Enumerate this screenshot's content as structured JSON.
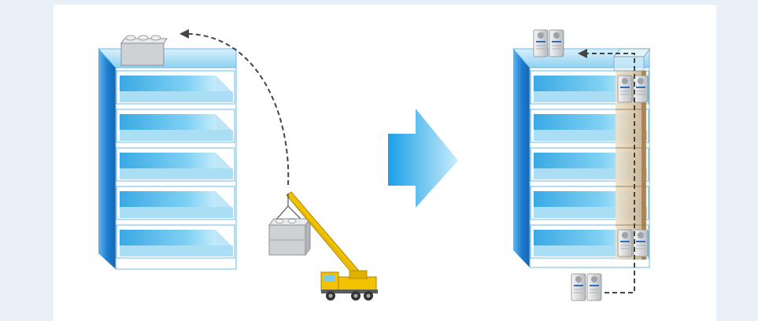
{
  "colors": {
    "page_background": "#e8f1f8",
    "panel_background": "#ffffff",
    "building_side": "#1f7fd0",
    "building_roof": "#bfe4f7",
    "window_glass": "#5fc0ec",
    "crane_yellow": "#f2c200",
    "unit_gray": "#d8dadc",
    "shaft_tan": "#d9c4a4",
    "arrow_blue": "#39b6ef",
    "dash_line": "#444444"
  },
  "icons": {
    "left_building": "building-icon",
    "crane": "crane-truck-icon",
    "roof_block": "outdoor-unit-block-icon",
    "transition": "right-arrow-icon",
    "right_building": "building-icon",
    "vrf_unit": "vrf-outdoor-unit-icon"
  },
  "scenes": {
    "before": {
      "floors": 5,
      "installation": "crane-lift-to-roof"
    },
    "after": {
      "floors": 5,
      "installation": "floor-by-floor-shaft"
    }
  }
}
